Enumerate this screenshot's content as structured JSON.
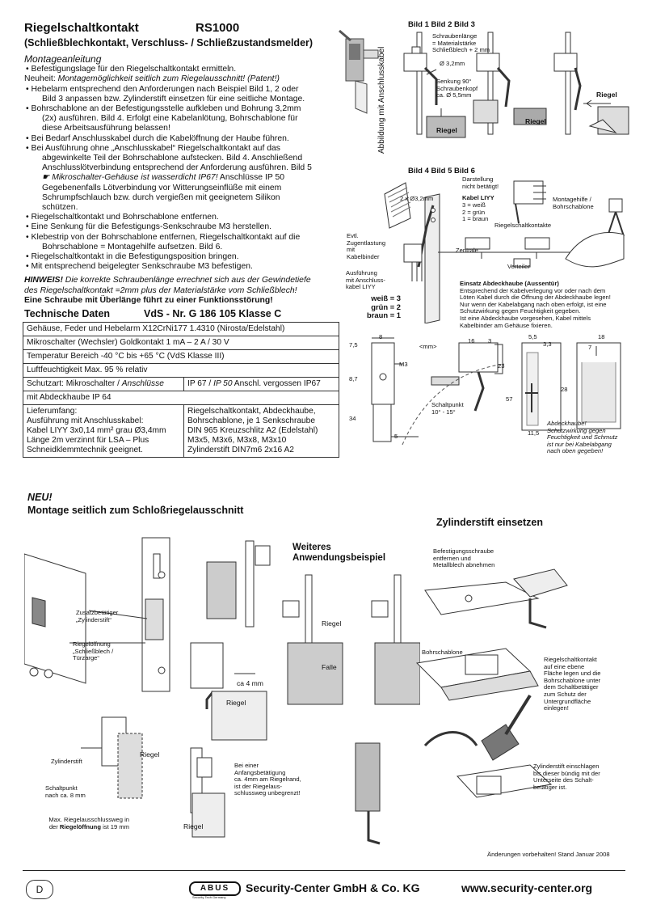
{
  "header": {
    "title": "Riegelschaltkontakt",
    "model": "RS1000",
    "subtitle": "(Schließblechkontakt, Verschluss- / Schließzustandsmelder)"
  },
  "montage": {
    "heading": "Montageanleitung",
    "items": [
      "Befestigungslage für den Riegelschaltkontakt ermitteln.",
      "Hebelarm entsprechend den Anforderungen nach Beispiel Bild 1, 2 oder",
      "Bohrschablone an der Befestigungsstelle aufkleben und Bohrung 3,2mm",
      "Bei Bedarf Anschlusskabel durch die Kabelöffnung der Haube führen.",
      "Bei Ausführung ohne „Anschlusskabel“ Riegelschaltkontakt auf das",
      "Riegelschaltkontakt und Bohrschablone entfernen.",
      "Eine Senkung für die Befestigungs-Senkschraube M3 herstellen.",
      "Klebestrip von der Bohrschablone entfernen, Riegelschaltkontakt auf die",
      "Riegelschaltkontakt in die Befestigungsposition bringen.",
      "Mit entsprechend beigelegter Senkschraube M3 befestigen."
    ],
    "neuheit_label": "Neuheit:",
    "neuheit_text": "Montagemöglichkeit seitlich zum Riegelausschnitt! (Patent!)",
    "item2_cont": "Bild 3 anpassen bzw. Zylinderstift einsetzen für eine seitliche Montage.",
    "item3_cont1": "(2x) ausführen. Bild 4. Erfolgt eine Kabelanlötung, Bohrschablone für",
    "item3_cont2": "diese Arbeitsausführung belassen!",
    "item5_cont1": "abgewinkelte Teil der Bohrschablone aufstecken. Bild 4. Anschließend",
    "item5_cont2": "Anschlusslötverbindung entsprechend der Anforderung ausführen. Bild 5",
    "item5_note": "☛ Mikroschalter-Gehäuse ist wasserdicht IP67!",
    "item5_note_rest": " Anschlüsse IP 50",
    "item5_cont3": "Gegebenenfalls Lötverbindung vor Witterungseinflüße mit einem",
    "item5_cont4": "Schrumpfschlauch bzw. durch vergießen mit geeignetem Silikon",
    "item5_cont5": "schützen.",
    "item8_cont": "Bohrschablone = Montagehilfe aufsetzen. Bild 6.",
    "hinweis_label": "HINWEIS!",
    "hinweis_text1": " Die korrekte Schraubenlänge errechnet sich aus der Gewindetiefe",
    "hinweis_text2": "des Riegelschaltkontakt =2mm plus der Materialstärke vom Schließblech!",
    "hinweis_bold": "Eine Schraube mit Überlänge führt zu einer Funktionsstörung!"
  },
  "tech": {
    "heading": "Technische Daten",
    "vds": "VdS - Nr. G 186 105 Klasse C",
    "rows": [
      "Gehäuse, Feder und Hebelarm X12CrNi177 1.4310 (Nirosta/Edelstahl)",
      "Mikroschalter (Wechsler) Goldkontakt 1 mA – 2 A / 30 V",
      "Temperatur Bereich -40 °C bis +65 °C  (VdS Klasse III)",
      "Luftfeuchtigkeit Max. 95 % relativ"
    ],
    "schutz_left": "Schutzart: Mikroschalter / ",
    "schutz_left_it": "Anschlüsse",
    "schutz_right": "IP 67 / ",
    "schutz_right_it": "IP 50",
    "schutz_right_rest": "  Anschl. vergossen IP67",
    "haube": "mit Abdeckhaube IP 64",
    "liefer_left": [
      "Lieferumfang:",
      "Ausführung mit Anschlusskabel:",
      "Kabel LIYY 3x0,14 mm² grau Ø3,4mm",
      "Länge 2m  verzinnt für LSA – Plus",
      "Schneidklemmtechnik geeignet."
    ],
    "liefer_right": [
      "Riegelschaltkontakt, Abdeckhaube,",
      "Bohrschablone, je 1 Senkschraube",
      "DIN 965 Kreuzschlitz A2 (Edelstahl)",
      "M3x5, M3x6, M3x8, M3x10",
      "Zylinderstift DIN7m6 2x16 A2"
    ]
  },
  "figs": {
    "abbildung_vertical": "Abbildung mit Anschlusskabel",
    "bild123": "Bild 1  Bild 2  Bild 3",
    "schraubenlaenge": [
      "Schraubenlänge",
      "= Materialstärke",
      "Schließblech + 2 mm"
    ],
    "d32": "Ø 3,2mm",
    "senkung": [
      "Senkung  90°",
      "Schraubenkopf",
      "ca. Ø 5,5mm"
    ],
    "riegel": "Riegel",
    "bild456": "Bild 4  Bild 5  Bild 6",
    "darstellung": [
      "Darstellung",
      "nicht betätigt!"
    ],
    "kabel_liyy": "Kabel LIYY",
    "kabel_colors": [
      "3 = weiß",
      "2 = grün",
      "1 = braun"
    ],
    "montagehilfe": [
      "Montagehilfe /",
      "Bohrschablone"
    ],
    "zweix": "2 x Ø3,2mm",
    "evtl": [
      "Evtl.",
      "Zugentlastung",
      "mit",
      "Kabelbinder"
    ],
    "ausfuehrung": [
      "Ausführung",
      "mit  Anschluss-",
      "kabel LIYY"
    ],
    "weiss": "weiß = 3",
    "gruen": "grün = 2",
    "braun": "braun = 1",
    "riegelschaltkontakte": "Riegelschaltkontakte",
    "zentrale": "Zentrale",
    "verteiler": "Verteiler",
    "einsatz_title": "Einsatz Abdeckhaube (Aussentür)",
    "einsatz_text": [
      "Entsprechend der Kabelverlegung vor oder nach dem",
      "Löten Kabel durch die Öffnung der Abdeckhaube legen!",
      "Nur wenn der Kabelabgang nach oben erfolgt, ist eine",
      "Schutzwirkung gegen Feuchtigkeit gegeben.",
      "Ist eine Abdeckhaube vorgesehen, Kabel mittels",
      "Kabelbinder am Gehäuse fixieren."
    ],
    "mm": "<mm>",
    "m3": "M3",
    "schaltpunkt": [
      "Schaltpunkt",
      "10° - 15°"
    ],
    "abdeckhaube_note": [
      "Abdeckhaube!",
      "Schutzwirkung gegen",
      "Feuchtigkeit und Schmutz",
      "ist nur bei Kabelabgang",
      "nach oben gegeben!"
    ],
    "dims": {
      "d8": "8",
      "d7_5": "7,5",
      "d8_7": "8,7",
      "d34": "34",
      "d5": "5",
      "d16": "16",
      "d3": "3",
      "d23": "23",
      "d57": "57",
      "d5_5": "5,5",
      "d3_3": "3,3",
      "d18": "18",
      "d7": "7",
      "d28": "28",
      "d11_5": "11,5"
    }
  },
  "neu": {
    "label": "NEU!",
    "title": "Montage seitlich zum Schloßriegelausschnitt",
    "zylinder_title": "Zylinderstift einsetzen",
    "weiteres": [
      "Weiteres",
      "Anwendungsbeispiel"
    ],
    "zusatz": [
      "Zusatzbetätiger",
      "„Zylinderstift“"
    ],
    "riegeloeffnung": [
      "Riegelöffnung",
      "„Schließblech /",
      "Türzarge“"
    ],
    "ca4": "ca 4 mm",
    "riegel": "Riegel",
    "falle": "Falle",
    "zylinderstift": "Zylinderstift",
    "schaltpunkt8": [
      "Schaltpunkt",
      "nach ca. 8 mm"
    ],
    "max_weg1": "Max. Riegelausschlussweg in",
    "max_weg2a": "der ",
    "max_weg2b": "Riegelöffnung",
    "max_weg2c": " ist 19 mm",
    "anfang": [
      "Bei einer",
      "Anfangsbetätigung",
      "ca. 4mm am Riegelrand,",
      "ist der Riegelaus-",
      "schlussweg unbegrenzt!"
    ],
    "befestigung": [
      "Befestigungsschraube",
      "entfernen und",
      "Metallblech abnehmen"
    ],
    "bohrschablone": "Bohrschablone",
    "rsk_text": [
      "Riegelschaltkontakt",
      "auf eine ebene",
      "Fläche legen und die",
      "Bohrschablone unter",
      "dem Schaltbetätiger",
      "zum Schutz der",
      "Untergrundfläche",
      "einlegen!"
    ],
    "zyl_text": [
      "Zylinderstift einschlagen",
      "bis dieser bündig mit der",
      "Unterseite des Schalt-",
      "betätiger ist."
    ]
  },
  "footer": {
    "aenderung": "Änderungen vorbehalten! Stand Januar 2008",
    "country": "D",
    "logo": "ABUS",
    "logo_sub": "Security Tech Germany",
    "company": "Security-Center GmbH & Co. KG",
    "url": "www.security-center.org"
  }
}
